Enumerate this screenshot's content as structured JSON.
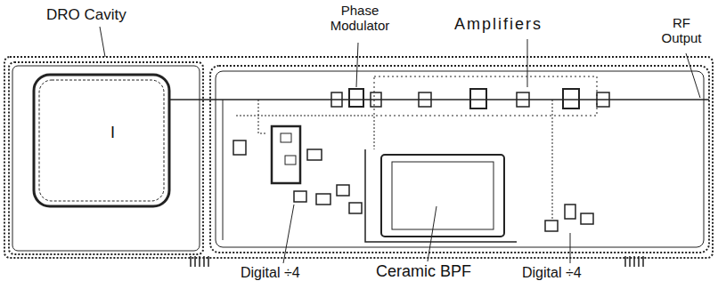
{
  "diagram": {
    "labels": [
      "DRO Cavity",
      "Phase Modulator",
      "Amplifiers",
      "RF Output",
      "I",
      "Digital ÷4",
      "Ceramic BPF",
      "Digital ÷4"
    ]
  }
}
